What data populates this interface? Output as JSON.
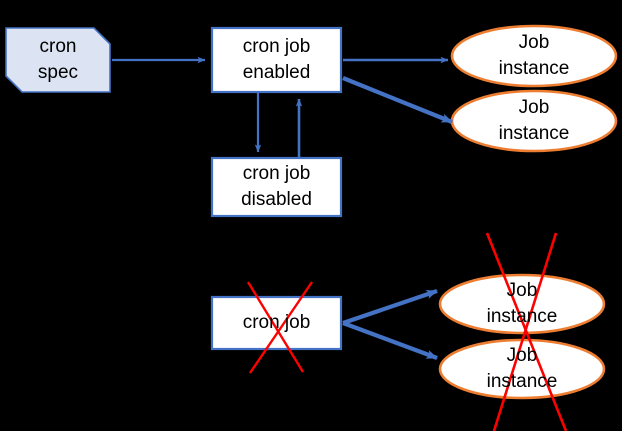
{
  "diagram": {
    "title": "cron job lifecycle diagram",
    "background_color": "#000000",
    "palette": {
      "box_border_blue": "#4472C4",
      "box_fill_white": "#FFFFFF",
      "spec_fill_blue": "#DCE3F2",
      "ellipse_border_orange": "#ED7D31",
      "arrow_blue": "#4472C4",
      "strike_red": "#FF0000",
      "text_black": "#000000"
    },
    "nodes": {
      "cron_spec": {
        "label_line1": "cron",
        "label_line2": "spec",
        "shape": "cut-corner-rectangle"
      },
      "cron_job_enabled": {
        "label_line1": "cron job",
        "label_line2": "enabled",
        "shape": "rectangle"
      },
      "cron_job_disabled": {
        "label_line1": "cron job",
        "label_line2": "disabled",
        "shape": "rectangle"
      },
      "cron_job_deleted": {
        "label_line1": "cron job",
        "label_line2": "",
        "shape": "rectangle",
        "struck_out": true
      },
      "job_instance_1": {
        "label_line1": "Job",
        "label_line2": "instance",
        "shape": "ellipse"
      },
      "job_instance_2": {
        "label_line1": "Job",
        "label_line2": "instance",
        "shape": "ellipse"
      },
      "job_instance_3": {
        "label_line1": "Job",
        "label_line2": "instance",
        "shape": "ellipse",
        "struck_out": true
      },
      "job_instance_4": {
        "label_line1": "Job",
        "label_line2": "instance",
        "shape": "ellipse",
        "struck_out": true
      }
    },
    "edges": [
      {
        "name": "spec-to-enabled",
        "from": "cron_spec",
        "to": "cron_job_enabled",
        "style": "thin-arrow"
      },
      {
        "name": "enabled-to-disabled",
        "from": "cron_job_enabled",
        "to": "cron_job_disabled",
        "style": "thin-arrow"
      },
      {
        "name": "disabled-to-enabled",
        "from": "cron_job_disabled",
        "to": "cron_job_enabled",
        "style": "thin-arrow"
      },
      {
        "name": "enabled-to-instance-1",
        "from": "cron_job_enabled",
        "to": "job_instance_1",
        "style": "thin-arrow"
      },
      {
        "name": "enabled-to-instance-2",
        "from": "cron_job_enabled",
        "to": "job_instance_2",
        "style": "thick-arrow"
      },
      {
        "name": "deleted-to-instance-3",
        "from": "cron_job_deleted",
        "to": "job_instance_3",
        "style": "thick-arrow"
      },
      {
        "name": "deleted-to-instance-4",
        "from": "cron_job_deleted",
        "to": "job_instance_4",
        "style": "thick-arrow"
      }
    ]
  }
}
